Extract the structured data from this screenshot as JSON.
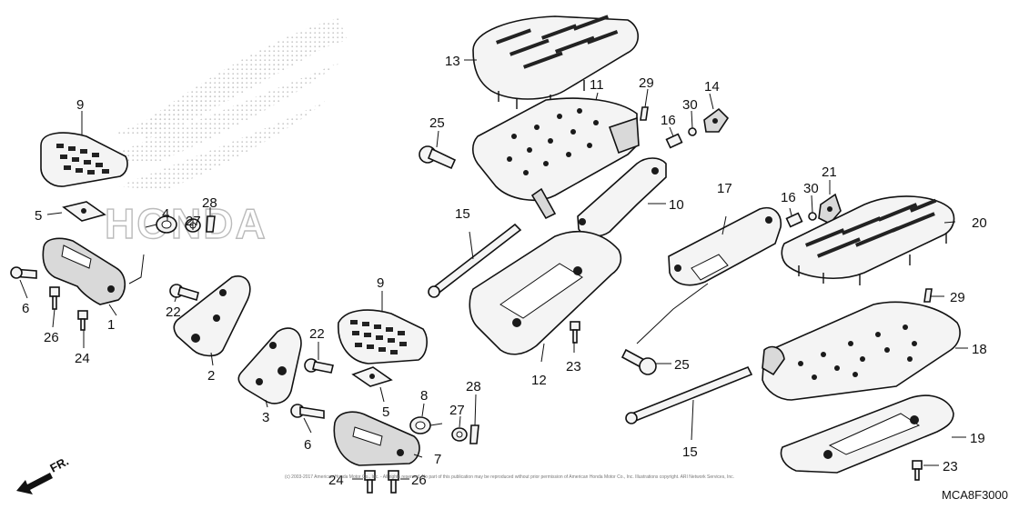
{
  "diagram": {
    "code": "MCA8F3000",
    "logo_text": "HONDA",
    "direction_label": "FR.",
    "copyright": "(c) 2003-2017 American Honda Motor Co., Inc. - All rights reserved. No part of this publication may be reproduced without prior permission of American Honda Motor Co., Inc. Illustrations copyright. ARI Network Services, Inc."
  },
  "callouts": {
    "c1": "1",
    "c2": "2",
    "c3": "3",
    "c4": "4",
    "c5a": "5",
    "c5b": "5",
    "c6a": "6",
    "c6b": "6",
    "c7": "7",
    "c8": "8",
    "c9a": "9",
    "c9b": "9",
    "c10": "10",
    "c11": "11",
    "c12": "12",
    "c13": "13",
    "c14": "14",
    "c15a": "15",
    "c15b": "15",
    "c16a": "16",
    "c16b": "16",
    "c17": "17",
    "c18": "18",
    "c19": "19",
    "c20": "20",
    "c21": "21",
    "c22a": "22",
    "c22b": "22",
    "c23a": "23",
    "c23b": "23",
    "c24a": "24",
    "c24b": "24",
    "c25a": "25",
    "c25b": "25",
    "c26a": "26",
    "c26b": "26",
    "c27a": "27",
    "c27b": "27",
    "c28a": "28",
    "c28b": "28",
    "c29a": "29",
    "c29b": "29",
    "c30a": "30",
    "c30b": "30"
  }
}
